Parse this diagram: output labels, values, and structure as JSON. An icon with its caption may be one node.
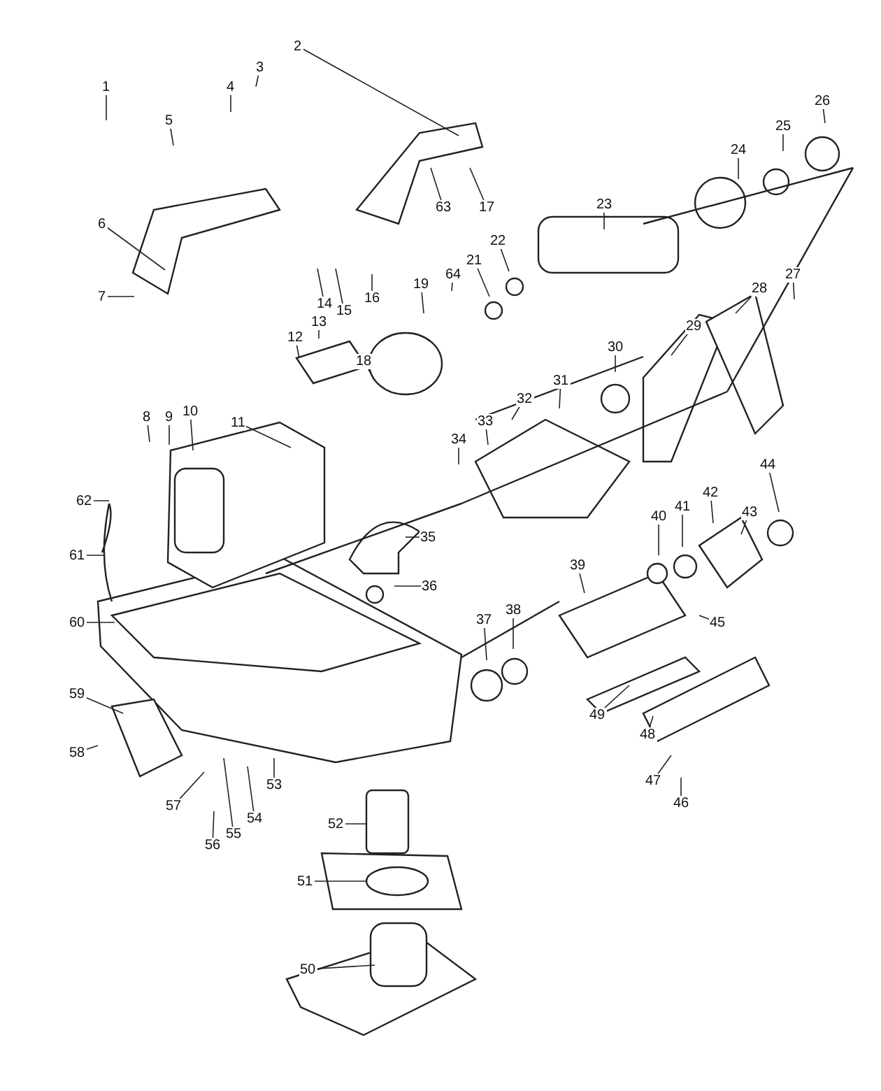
{
  "diagram": {
    "nodes": [
      {
        "text": [
          "1"
        ]
      },
      {
        "text": [
          "2"
        ]
      },
      {
        "text": [
          "3"
        ]
      },
      {
        "text": [
          "4"
        ]
      },
      {
        "text": [
          "5"
        ]
      },
      {
        "text": [
          "6"
        ]
      },
      {
        "text": [
          "7"
        ]
      },
      {
        "text": [
          "8"
        ]
      },
      {
        "text": [
          "9"
        ]
      },
      {
        "text": [
          "10"
        ]
      },
      {
        "text": [
          "11"
        ]
      },
      {
        "text": [
          "12"
        ]
      },
      {
        "text": [
          "13"
        ]
      },
      {
        "text": [
          "14"
        ]
      },
      {
        "text": [
          "15"
        ]
      },
      {
        "text": [
          "16"
        ]
      },
      {
        "text": [
          "17"
        ]
      },
      {
        "text": [
          "18"
        ]
      },
      {
        "text": [
          "19"
        ]
      },
      {
        "text": [
          "21"
        ]
      },
      {
        "text": [
          "22"
        ]
      },
      {
        "text": [
          "23"
        ]
      },
      {
        "text": [
          "24"
        ]
      },
      {
        "text": [
          "25"
        ]
      },
      {
        "text": [
          "26"
        ]
      },
      {
        "text": [
          "27"
        ]
      },
      {
        "text": [
          "28"
        ]
      },
      {
        "text": [
          "29"
        ]
      },
      {
        "text": [
          "30"
        ]
      },
      {
        "text": [
          "31"
        ]
      },
      {
        "text": [
          "32"
        ]
      },
      {
        "text": [
          "33"
        ]
      },
      {
        "text": [
          "34"
        ]
      },
      {
        "text": [
          "35"
        ]
      },
      {
        "text": [
          "36"
        ]
      },
      {
        "text": [
          "37"
        ]
      },
      {
        "text": [
          "38"
        ]
      },
      {
        "text": [
          "39"
        ]
      },
      {
        "text": [
          "40"
        ]
      },
      {
        "text": [
          "41"
        ]
      },
      {
        "text": [
          "42"
        ]
      },
      {
        "text": [
          "43"
        ]
      },
      {
        "text": [
          "44"
        ]
      },
      {
        "text": [
          "45"
        ]
      },
      {
        "text": [
          "46"
        ]
      },
      {
        "text": [
          "47"
        ]
      },
      {
        "text": [
          "48"
        ]
      },
      {
        "text": [
          "49"
        ]
      },
      {
        "text": [
          "50"
        ]
      },
      {
        "text": [
          "51"
        ]
      },
      {
        "text": [
          "52"
        ]
      },
      {
        "text": [
          "53"
        ]
      },
      {
        "text": [
          "54"
        ]
      },
      {
        "text": [
          "55"
        ]
      },
      {
        "text": [
          "56"
        ]
      },
      {
        "text": [
          "57"
        ]
      },
      {
        "text": [
          "58"
        ]
      },
      {
        "text": [
          "59"
        ]
      },
      {
        "text": [
          "60"
        ]
      },
      {
        "text": [
          "61"
        ]
      },
      {
        "text": [
          "62"
        ]
      },
      {
        "text": [
          "63"
        ]
      },
      {
        "text": [
          "64"
        ]
      }
    ],
    "edges": [
      {
        "from": 0,
        "to": null,
        "arrow": "none"
      },
      {
        "from": 1,
        "to": null,
        "arrow": "none"
      },
      {
        "from": 2,
        "to": null,
        "arrow": "none"
      },
      {
        "from": 3,
        "to": null,
        "arrow": "none"
      },
      {
        "from": 4,
        "to": null,
        "arrow": "none"
      },
      {
        "from": 5,
        "to": null,
        "arrow": "none"
      },
      {
        "from": 6,
        "to": null,
        "arrow": "none"
      },
      {
        "from": 7,
        "to": null,
        "arrow": "none"
      },
      {
        "from": 8,
        "to": null,
        "arrow": "none"
      },
      {
        "from": 9,
        "to": null,
        "arrow": "none"
      },
      {
        "from": 10,
        "to": null,
        "arrow": "none"
      },
      {
        "from": 11,
        "to": null,
        "arrow": "none"
      },
      {
        "from": 12,
        "to": null,
        "arrow": "none"
      },
      {
        "from": 13,
        "to": null,
        "arrow": "none"
      },
      {
        "from": 14,
        "to": null,
        "arrow": "none"
      },
      {
        "from": 15,
        "to": null,
        "arrow": "none"
      },
      {
        "from": 16,
        "to": null,
        "arrow": "none"
      },
      {
        "from": 17,
        "to": null,
        "arrow": "none"
      },
      {
        "from": 18,
        "to": null,
        "arrow": "none"
      },
      {
        "from": 19,
        "to": null,
        "arrow": "none"
      },
      {
        "from": 20,
        "to": null,
        "arrow": "none"
      },
      {
        "from": 21,
        "to": null,
        "arrow": "none"
      },
      {
        "from": 22,
        "to": null,
        "arrow": "none"
      },
      {
        "from": 23,
        "to": null,
        "arrow": "none"
      },
      {
        "from": 24,
        "to": null,
        "arrow": "none"
      },
      {
        "from": 25,
        "to": null,
        "arrow": "none"
      },
      {
        "from": 26,
        "to": null,
        "arrow": "none"
      },
      {
        "from": 27,
        "to": null,
        "arrow": "none"
      },
      {
        "from": 28,
        "to": null,
        "arrow": "none"
      },
      {
        "from": 29,
        "to": null,
        "arrow": "none"
      },
      {
        "from": 30,
        "to": null,
        "arrow": "none"
      },
      {
        "from": 31,
        "to": null,
        "arrow": "none"
      },
      {
        "from": 32,
        "to": null,
        "arrow": "none"
      },
      {
        "from": 33,
        "to": null,
        "arrow": "none"
      },
      {
        "from": 34,
        "to": null,
        "arrow": "none"
      },
      {
        "from": 35,
        "to": null,
        "arrow": "none"
      },
      {
        "from": 36,
        "to": null,
        "arrow": "none"
      },
      {
        "from": 37,
        "to": null,
        "arrow": "none"
      },
      {
        "from": 38,
        "to": null,
        "arrow": "none"
      },
      {
        "from": 39,
        "to": null,
        "arrow": "none"
      },
      {
        "from": 40,
        "to": null,
        "arrow": "none"
      },
      {
        "from": 41,
        "to": null,
        "arrow": "none"
      },
      {
        "from": 42,
        "to": null,
        "arrow": "none"
      },
      {
        "from": 43,
        "to": null,
        "arrow": "none"
      },
      {
        "from": 44,
        "to": null,
        "arrow": "none"
      },
      {
        "from": 45,
        "to": null,
        "arrow": "none"
      },
      {
        "from": 46,
        "to": null,
        "arrow": "none"
      },
      {
        "from": 47,
        "to": null,
        "arrow": "none"
      },
      {
        "from": 48,
        "to": null,
        "arrow": "none"
      },
      {
        "from": 49,
        "to": null,
        "arrow": "none"
      },
      {
        "from": 50,
        "to": null,
        "arrow": "none"
      },
      {
        "from": 51,
        "to": null,
        "arrow": "none"
      },
      {
        "from": 52,
        "to": null,
        "arrow": "none"
      },
      {
        "from": 53,
        "to": null,
        "arrow": "none"
      },
      {
        "from": 54,
        "to": null,
        "arrow": "none"
      },
      {
        "from": 55,
        "to": null,
        "arrow": "none"
      },
      {
        "from": 56,
        "to": null,
        "arrow": "none"
      },
      {
        "from": 57,
        "to": null,
        "arrow": "none"
      },
      {
        "from": 58,
        "to": null,
        "arrow": "none"
      },
      {
        "from": 59,
        "to": null,
        "arrow": "none"
      },
      {
        "from": 60,
        "to": null,
        "arrow": "none"
      },
      {
        "from": 61,
        "to": null,
        "arrow": "none"
      },
      {
        "from": 62,
        "to": null,
        "arrow": "none"
      }
    ]
  }
}
